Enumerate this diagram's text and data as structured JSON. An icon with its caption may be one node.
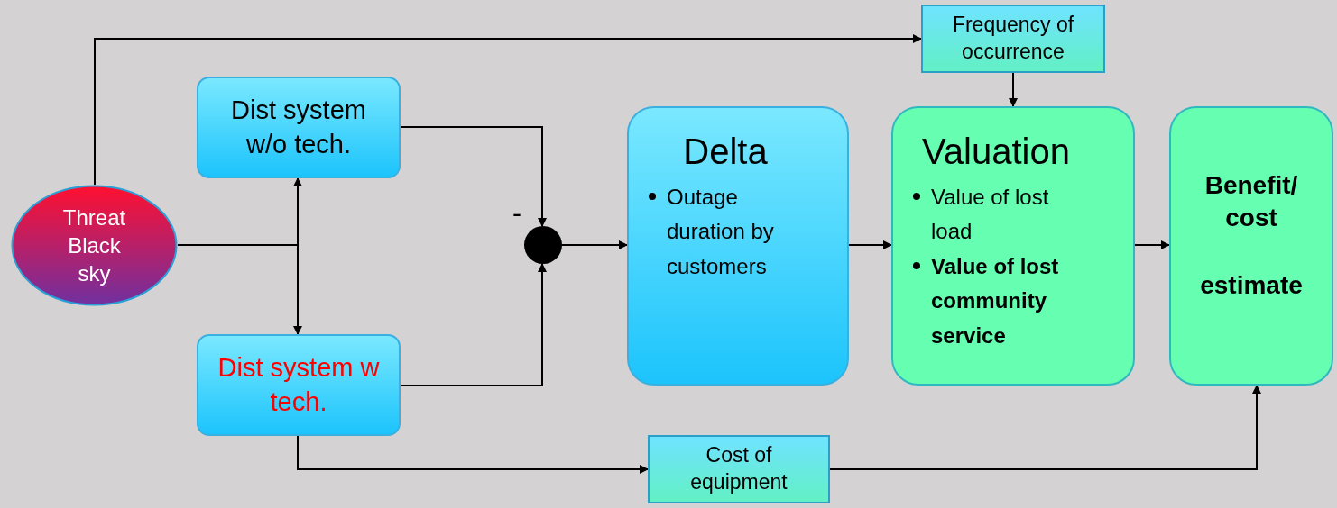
{
  "diagram": {
    "nodes": [
      {
        "text": [
          "Threat Black sky"
        ]
      },
      {
        "text": [
          "Dist system w/o tech."
        ]
      },
      {
        "text": [
          "Dist system w tech."
        ]
      },
      {
        "text": [],
        "shape": "circle",
        "beside": [
          "-"
        ]
      },
      {
        "text": [
          "Frequency of occurrence"
        ]
      },
      {
        "text": [
          "Delta",
          "Outage duration by customers"
        ]
      },
      {
        "text": [
          "Valuation",
          "Value of lost load",
          "Value of lost community service"
        ]
      },
      {
        "text": [
          "Benefit/ cost",
          "estimate"
        ]
      },
      {
        "text": [
          "Cost of equipment"
        ]
      }
    ],
    "edges": [
      {
        "from": 0,
        "to": 4,
        "arrow": "to"
      },
      {
        "from": 0,
        "to": 1,
        "arrow": "to"
      },
      {
        "from": 0,
        "to": 2,
        "arrow": "to"
      },
      {
        "from": 1,
        "to": 3,
        "arrow": "to"
      },
      {
        "from": 2,
        "to": 3,
        "arrow": "to"
      },
      {
        "from": 3,
        "to": 5,
        "arrow": "to"
      },
      {
        "from": 4,
        "to": 6,
        "arrow": "to"
      },
      {
        "from": 5,
        "to": 6,
        "arrow": "to"
      },
      {
        "from": 6,
        "to": 7,
        "arrow": "to"
      },
      {
        "from": 2,
        "to": 8,
        "arrow": "to"
      },
      {
        "from": 8,
        "to": 7,
        "arrow": "to"
      }
    ]
  }
}
